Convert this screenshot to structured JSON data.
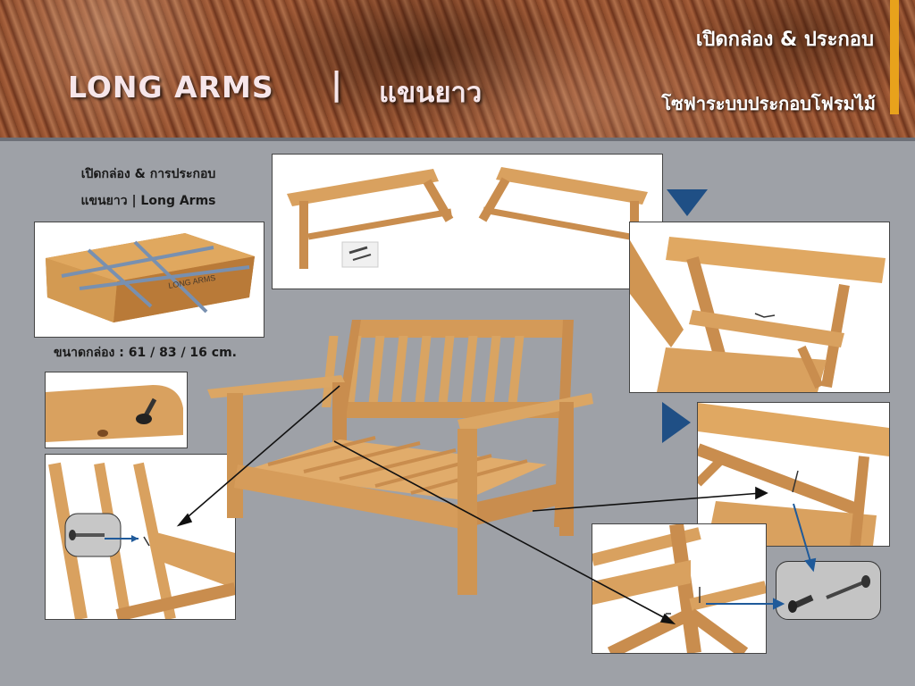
{
  "header": {
    "title_en": "LONG  ARMS",
    "separator": "|",
    "title_th": "แขนยาว",
    "subtitle_top": "เปิดกล่อง & ประกอบ",
    "subtitle_bottom": "โซฟาระบบประกอบโฟรมไม้"
  },
  "caption": {
    "line1": "เปิดกล่อง & การประกอบ",
    "line2": "แขนยาว | Long Arms"
  },
  "box": {
    "label": "LONG ARMS",
    "size_text": "ขนาดกล่อง : 61 / 83 / 16 cm."
  },
  "colors": {
    "background": "#9ea1a7",
    "accent": "#e8a21c",
    "arrow_blue": "#1f4f85",
    "wood": "#d9a15f"
  }
}
